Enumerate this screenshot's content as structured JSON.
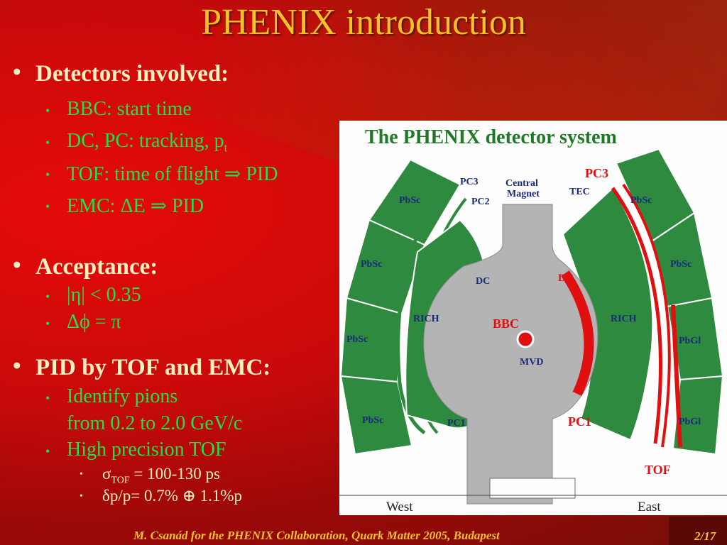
{
  "slide": {
    "title": "PHENIX introduction",
    "footer": "M. Csanád for the PHENIX Collaboration, Quark Matter 2005, Budapest",
    "page": "2/17"
  },
  "bullets": {
    "detectors": "Detectors involved:",
    "bbc": "BBC: start time",
    "dc_pc": "DC, PC: tracking, p",
    "dc_pc_sub": "t",
    "tof": "TOF: time of flight ⇒ PID",
    "emc": "EMC: ΔE ⇒ PID",
    "acceptance": "Acceptance:",
    "eta": "|η| < 0.35",
    "phi": "Δϕ = π",
    "pid": "PID by TOF and EMC:",
    "identify_1": "Identify pions",
    "identify_2": "from 0.2 to 2.0 GeV/c",
    "precision": "High precision TOF",
    "sigma_pre": "σ",
    "sigma_sub": "TOF",
    "sigma_post": " = 100-130 ps",
    "dp": "δp/p= 0.7% ⊕ 1.1%p"
  },
  "figure": {
    "title": "The PHENIX detector system",
    "labels": {
      "pc3_left": "PC3",
      "pc2": "PC2",
      "central_1": "Central",
      "central_2": "Magnet",
      "tec": "TEC",
      "pc3_right": "PC3",
      "pbsc_1": "PbSc",
      "pbsc_2": "PbSc",
      "pbsc_3": "PbSc",
      "pbsc_4": "PbSc",
      "pbsc_5": "PbSc",
      "pbsc_6": "PbSc",
      "pbgl_1": "PbGl",
      "pbgl_2": "PbGl",
      "dc_left": "DC",
      "dc_right": "DC",
      "rich_left": "RICH",
      "rich_right": "RICH",
      "bbc": "BBC",
      "mvd": "MVD",
      "pc1_left": "PC1",
      "pc1_right": "PC1",
      "tof": "TOF",
      "west": "West",
      "east": "East"
    }
  }
}
